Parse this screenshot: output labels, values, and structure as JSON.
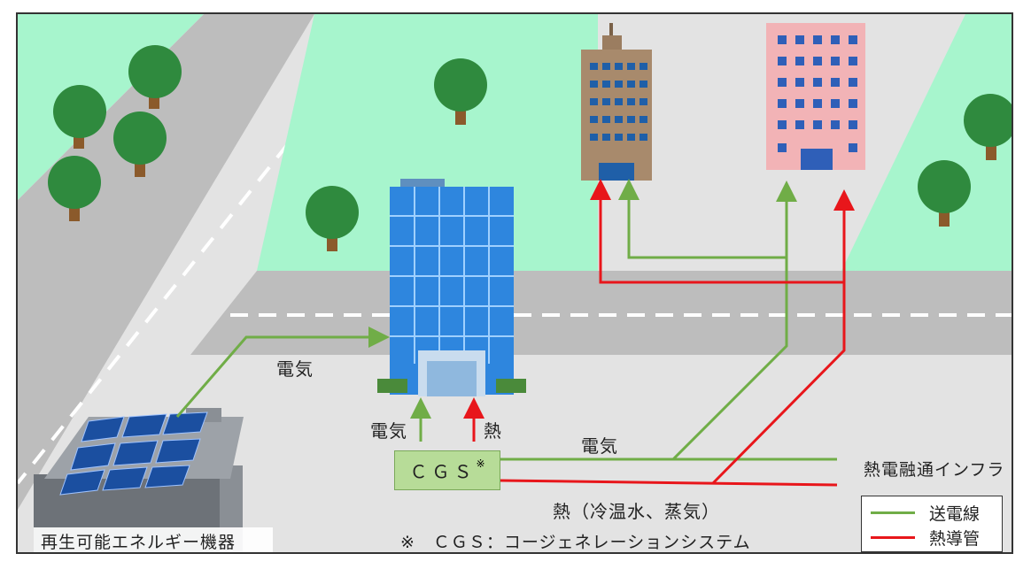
{
  "labels": {
    "elec_to_building": "電気",
    "elec_up": "電気",
    "heat_up": "熱",
    "elec_right": "電気",
    "infra": "熱電融通インフラ",
    "heat_bottom": "熱（冷温水、蒸気）",
    "footnote": "※　ＣＧＳ：コージェネレーションシステム",
    "renewable": "再生可能エネルギー機器"
  },
  "cgs": {
    "label": "ＣＧＳ",
    "mark": "※"
  },
  "legend": {
    "items": [
      {
        "label": "送電線",
        "color": "#70ad47"
      },
      {
        "label": "熱導管",
        "color": "#e8161b"
      }
    ]
  },
  "colors": {
    "power_line": "#70ad47",
    "heat_pipe": "#e8161b",
    "grass": "#a7f5cd",
    "road": "#bdbdbd",
    "ground": "#e3e3e3"
  }
}
